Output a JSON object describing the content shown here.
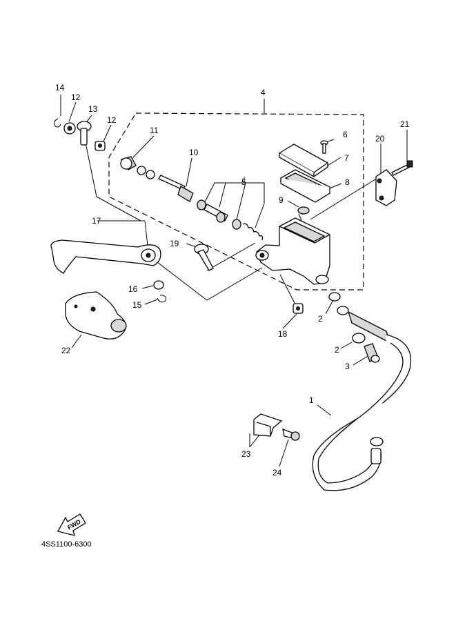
{
  "diagram": {
    "code": "4SS1100-6300",
    "direction_label": "FWD"
  },
  "callouts": [
    {
      "id": "c1",
      "text": "1"
    },
    {
      "id": "c2a",
      "text": "2"
    },
    {
      "id": "c2b",
      "text": "2"
    },
    {
      "id": "c3",
      "text": "3"
    },
    {
      "id": "c4",
      "text": "4"
    },
    {
      "id": "c5",
      "text": "5"
    },
    {
      "id": "c6",
      "text": "6"
    },
    {
      "id": "c7",
      "text": "7"
    },
    {
      "id": "c8",
      "text": "8"
    },
    {
      "id": "c9",
      "text": "9"
    },
    {
      "id": "c10",
      "text": "10"
    },
    {
      "id": "c11",
      "text": "11"
    },
    {
      "id": "c12a",
      "text": "12"
    },
    {
      "id": "c12b",
      "text": "12"
    },
    {
      "id": "c13",
      "text": "13"
    },
    {
      "id": "c14",
      "text": "14"
    },
    {
      "id": "c15",
      "text": "15"
    },
    {
      "id": "c16",
      "text": "16"
    },
    {
      "id": "c17",
      "text": "17"
    },
    {
      "id": "c18",
      "text": "18"
    },
    {
      "id": "c19",
      "text": "19"
    },
    {
      "id": "c20",
      "text": "20"
    },
    {
      "id": "c21",
      "text": "21"
    },
    {
      "id": "c22",
      "text": "22"
    },
    {
      "id": "c23",
      "text": "23"
    },
    {
      "id": "c24",
      "text": "24"
    }
  ]
}
